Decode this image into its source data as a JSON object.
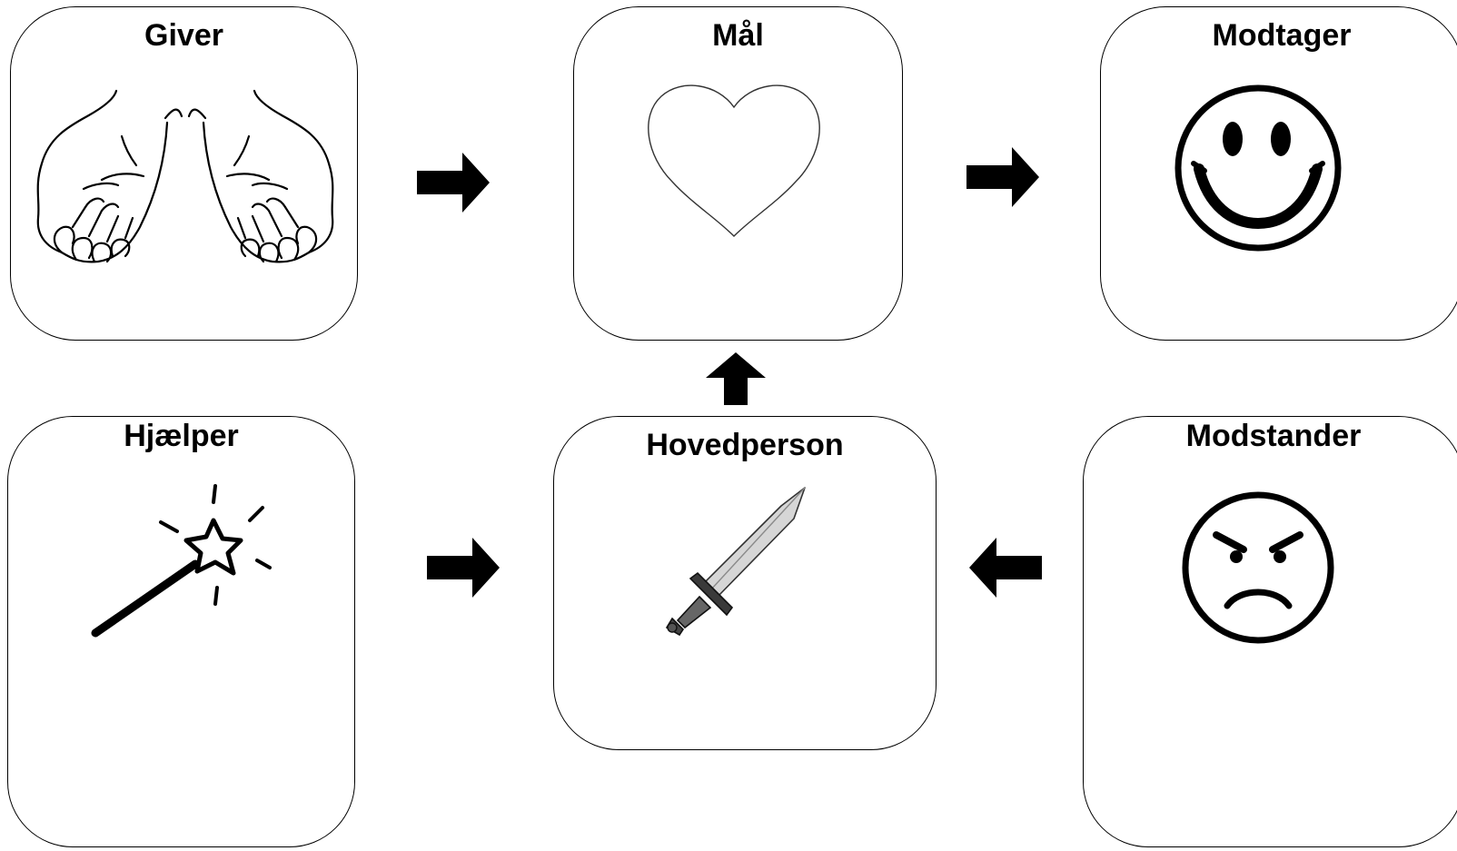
{
  "roles": {
    "giver": {
      "title": "Giver",
      "icon": "open-hands-icon"
    },
    "maal": {
      "title": "Mål",
      "icon": "heart-icon"
    },
    "modtager": {
      "title": "Modtager",
      "icon": "smiley-face-icon"
    },
    "hjaelper": {
      "title": "Hjælper",
      "icon": "magic-wand-icon"
    },
    "hovedperson": {
      "title": "Hovedperson",
      "icon": "sword-icon"
    },
    "modstander": {
      "title": "Modstander",
      "icon": "angry-face-icon"
    }
  },
  "arrows": [
    {
      "from": "Giver",
      "to": "Mål",
      "direction": "right"
    },
    {
      "from": "Mål",
      "to": "Modtager",
      "direction": "right"
    },
    {
      "from": "Hovedperson",
      "to": "Mål",
      "direction": "up"
    },
    {
      "from": "Hjælper",
      "to": "Hovedperson",
      "direction": "right"
    },
    {
      "from": "Modstander",
      "to": "Hovedperson",
      "direction": "left"
    }
  ],
  "colors": {
    "stroke": "#000000",
    "background": "#ffffff",
    "sword_blade": "#cfcfcf",
    "sword_hilt": "#444444"
  }
}
